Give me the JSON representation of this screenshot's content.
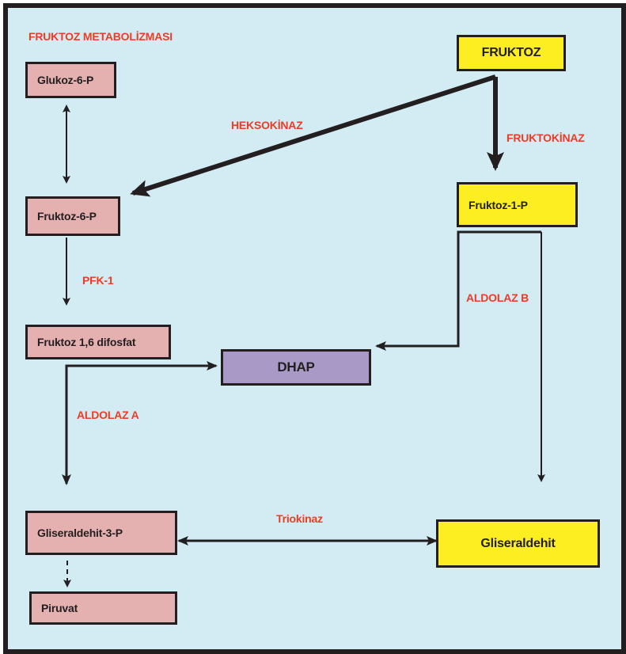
{
  "title": "FRUKTOZ METABOLİZMASI",
  "colors": {
    "background": "#d3ecf4",
    "border": "#231f20",
    "enzyme_text": "#ef3b24",
    "glycolysis_box": "#e5b0b0",
    "fructose_box": "#fcee21",
    "dhap_box": "#a899c6"
  },
  "nodes": {
    "glukoz6p": "Glukoz-6-P",
    "fruktoz6p": "Fruktoz-6-P",
    "fruktoz16difosfat": "Fruktoz 1,6 difosfat",
    "dhap": "DHAP",
    "gliseraldehit3p": "Gliseraldehit-3-P",
    "piruvat": "Piruvat",
    "fruktoz": "FRUKTOZ",
    "fruktoz1p": "Fruktoz-1-P",
    "gliseraldehit": "Gliseraldehit"
  },
  "enzymes": {
    "heksokinaz": "HEKSOKİNAZ",
    "fruktokinaz": "FRUKTOKİNAZ",
    "pfk1": "PFK-1",
    "aldolazB": "ALDOLAZ B",
    "aldolazA": "ALDOLAZ A",
    "triokinaz": "Triokinaz"
  },
  "edges": [
    {
      "from": "Glukoz-6-P",
      "to": "Fruktoz-6-P",
      "style": "bidirectional"
    },
    {
      "from": "FRUKTOZ",
      "to": "Fruktoz-6-P",
      "enzyme": "HEKSOKİNAZ",
      "style": "thick"
    },
    {
      "from": "FRUKTOZ",
      "to": "Fruktoz-1-P",
      "enzyme": "FRUKTOKİNAZ",
      "style": "thick"
    },
    {
      "from": "Fruktoz-6-P",
      "to": "Fruktoz 1,6 difosfat",
      "enzyme": "PFK-1",
      "style": "thin"
    },
    {
      "from": "Fruktoz-1-P",
      "to": "DHAP",
      "enzyme": "ALDOLAZ B",
      "style": "medium"
    },
    {
      "from": "Fruktoz-1-P",
      "to": "Gliseraldehit",
      "enzyme": "ALDOLAZ B",
      "style": "thin"
    },
    {
      "from": "Fruktoz 1,6 difosfat",
      "to": "DHAP",
      "enzyme": "ALDOLAZ A",
      "style": "medium"
    },
    {
      "from": "Fruktoz 1,6 difosfat",
      "to": "Gliseraldehit-3-P",
      "enzyme": "ALDOLAZ A",
      "style": "medium"
    },
    {
      "from": "Gliseraldehit",
      "to": "Gliseraldehit-3-P",
      "enzyme": "Triokinaz",
      "style": "bidirectional"
    },
    {
      "from": "Gliseraldehit-3-P",
      "to": "Piruvat",
      "style": "dashed"
    }
  ]
}
